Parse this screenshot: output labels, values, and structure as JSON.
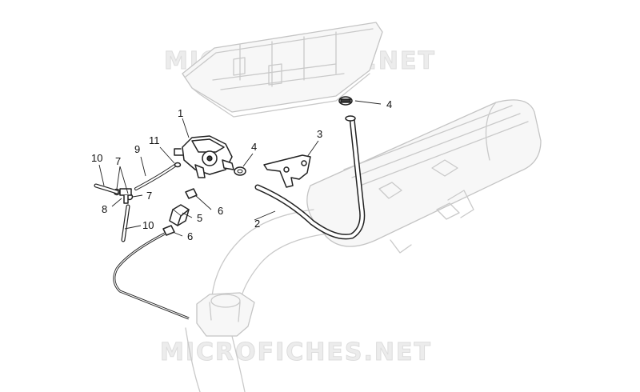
{
  "diagram": {
    "watermark": "MICROFICHES.NET",
    "labels": {
      "p1": "1",
      "p2": "2",
      "p3": "3",
      "p4a": "4",
      "p4b": "4",
      "p5": "5",
      "p6a": "6",
      "p6b": "6",
      "p7a": "7",
      "p7b": "7",
      "p8": "8",
      "p9": "9",
      "p10a": "10",
      "p10b": "10",
      "p11": "11"
    }
  }
}
